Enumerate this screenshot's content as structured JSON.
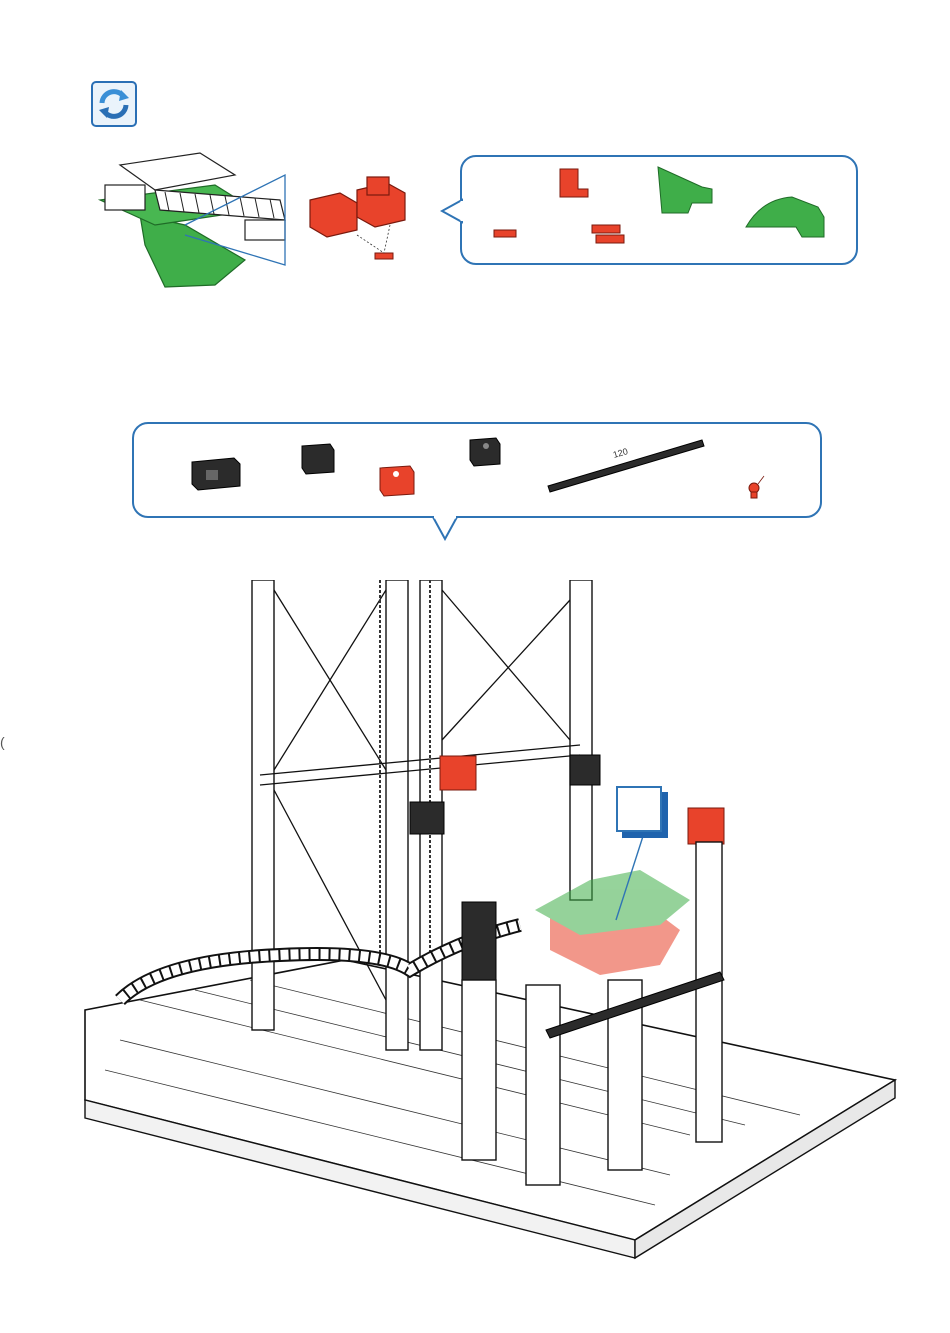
{
  "top_assembly": {
    "rotate_icon": "rotate-arrows-icon",
    "parts": [
      {
        "name": "red-small-plate",
        "color": "#e8432b"
      },
      {
        "name": "red-angle-block",
        "color": "#e8432b"
      },
      {
        "name": "red-double-plate",
        "color": "#e8432b"
      },
      {
        "name": "green-side-panel",
        "color": "#3fae49"
      },
      {
        "name": "green-curved-panel",
        "color": "#3fae49"
      }
    ]
  },
  "middle_parts": {
    "parts": [
      {
        "name": "black-building-block-30",
        "color": "#2b2b2b"
      },
      {
        "name": "black-building-block-15",
        "color": "#2b2b2b"
      },
      {
        "name": "red-building-block",
        "color": "#e8432b"
      },
      {
        "name": "black-building-block",
        "color": "#2b2b2b"
      },
      {
        "name": "black-strut",
        "color": "#2b2b2b"
      },
      {
        "name": "red-peg",
        "color": "#e8432b"
      }
    ],
    "strut_length_label": "120"
  },
  "edge_mark": "(",
  "colors": {
    "accent_blue": "#2f74b5",
    "part_red": "#e8432b",
    "part_green": "#3fae49",
    "part_black": "#2b2b2b"
  }
}
